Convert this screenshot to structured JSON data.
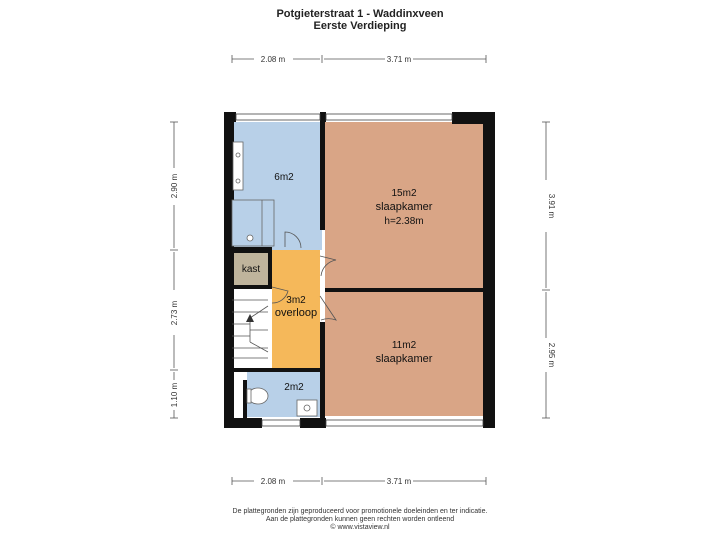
{
  "header": {
    "title": "Potgieterstraat 1 - Waddinxveen",
    "subtitle": "Eerste Verdieping"
  },
  "dimensions": {
    "top_left": "2.08 m",
    "top_right": "3.71 m",
    "bottom_left": "2.08 m",
    "bottom_right": "3.71 m",
    "left_upper": "2.90 m",
    "left_middle": "2.73 m",
    "left_lower": "1.10 m",
    "right_upper": "3.91 m",
    "right_lower": "2.95 m"
  },
  "rooms": {
    "bathroom": {
      "area": "6m2"
    },
    "bedroom_main": {
      "area": "15m2",
      "name": "slaapkamer",
      "height": "h=2.38m"
    },
    "storage": {
      "name": "kast"
    },
    "landing": {
      "area": "3m2",
      "name": "overloop"
    },
    "bedroom_second": {
      "area": "11m2",
      "name": "slaapkamer"
    },
    "toilet": {
      "area": "2m2"
    }
  },
  "colors": {
    "wall": "#111111",
    "bathroom": "#b8d0e8",
    "bedroom": "#d9a586",
    "landing": "#f5b85a",
    "storage": "#bfb49c",
    "stairs": "#ffffff"
  },
  "footer": {
    "line1": "De plattegronden zijn geproduceerd voor promotionele doeleinden en ter indicatie.",
    "line2": "Aan de plattegronden kunnen geen rechten worden ontleend",
    "line3": "© www.vistaview.nl"
  }
}
